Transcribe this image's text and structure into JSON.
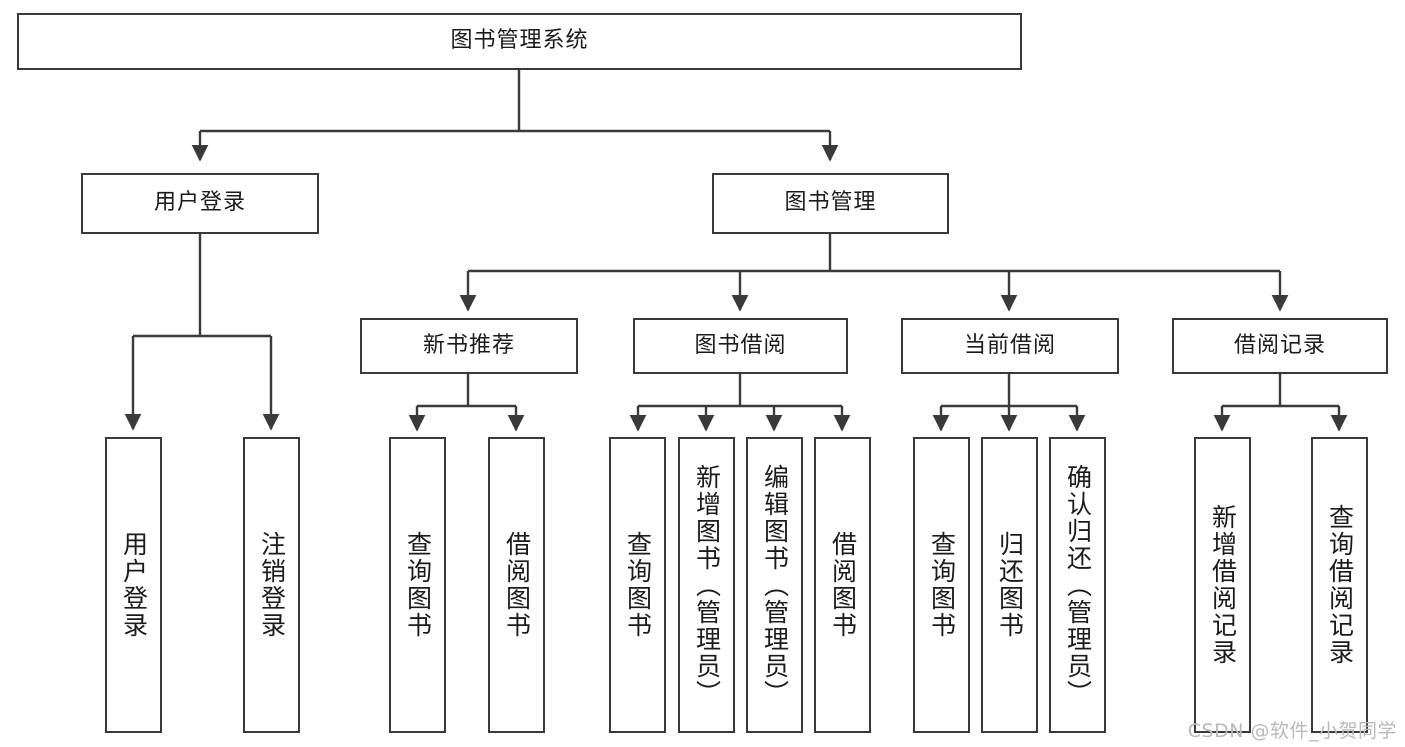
{
  "diagram": {
    "title_node": {
      "label": "图书管理系统"
    },
    "level2": [
      {
        "id": "user-login",
        "label": "用户登录"
      },
      {
        "id": "book-manage",
        "label": "图书管理"
      }
    ],
    "level3": [
      {
        "id": "new-book-recommend",
        "label": "新书推荐"
      },
      {
        "id": "book-borrow",
        "label": "图书借阅"
      },
      {
        "id": "current-borrow",
        "label": "当前借阅"
      },
      {
        "id": "borrow-record",
        "label": "借阅记录"
      }
    ],
    "leaves": [
      {
        "id": "leaf-user-login",
        "label": "用户登录",
        "parent": "user-login"
      },
      {
        "id": "leaf-logout",
        "label": "注销登录",
        "parent": "user-login"
      },
      {
        "id": "leaf-query-book-1",
        "label": "查询图书",
        "parent": "new-book-recommend"
      },
      {
        "id": "leaf-borrow-book-1",
        "label": "借阅图书",
        "parent": "new-book-recommend"
      },
      {
        "id": "leaf-query-book-2",
        "label": "查询图书",
        "parent": "book-borrow"
      },
      {
        "id": "leaf-add-book",
        "label": "新增图书（管理员）",
        "parent": "book-borrow"
      },
      {
        "id": "leaf-edit-book",
        "label": "编辑图书（管理员）",
        "parent": "book-borrow"
      },
      {
        "id": "leaf-borrow-book-2",
        "label": "借阅图书",
        "parent": "book-borrow"
      },
      {
        "id": "leaf-query-book-3",
        "label": "查询图书",
        "parent": "current-borrow"
      },
      {
        "id": "leaf-return-book",
        "label": "归还图书",
        "parent": "current-borrow"
      },
      {
        "id": "leaf-confirm-return",
        "label": "确认归还（管理员）",
        "parent": "current-borrow"
      },
      {
        "id": "leaf-add-record",
        "label": "新增借阅记录",
        "parent": "borrow-record"
      },
      {
        "id": "leaf-query-record",
        "label": "查询借阅记录",
        "parent": "borrow-record"
      }
    ],
    "watermark": "CSDN @软件_小贺同学",
    "colors": {
      "stroke": "#3a3a3a",
      "background": "#ffffff",
      "text": "#1b1b1b",
      "watermark": "#b9b9b9"
    }
  }
}
